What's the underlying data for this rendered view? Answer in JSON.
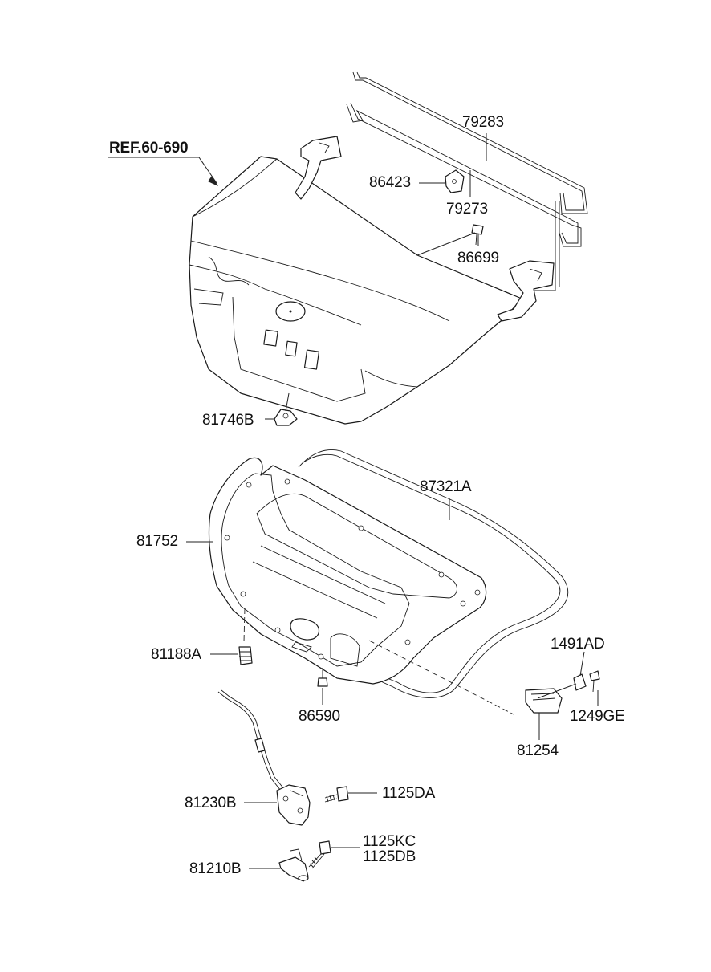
{
  "diagram": {
    "reference": "REF.60-690",
    "part_labels": {
      "p79283": "79283",
      "p86423": "86423",
      "p79273": "79273",
      "p86699": "86699",
      "p81746B": "81746B",
      "p87321A": "87321A",
      "p81752": "81752",
      "p81188A": "81188A",
      "p86590": "86590",
      "p1491AD": "1491AD",
      "p1249GE": "1249GE",
      "p81254": "81254",
      "p81230B": "81230B",
      "p1125DA": "1125DA",
      "p1125KC": "1125KC",
      "p1125DB": "1125DB",
      "p81210B": "81210B"
    }
  }
}
